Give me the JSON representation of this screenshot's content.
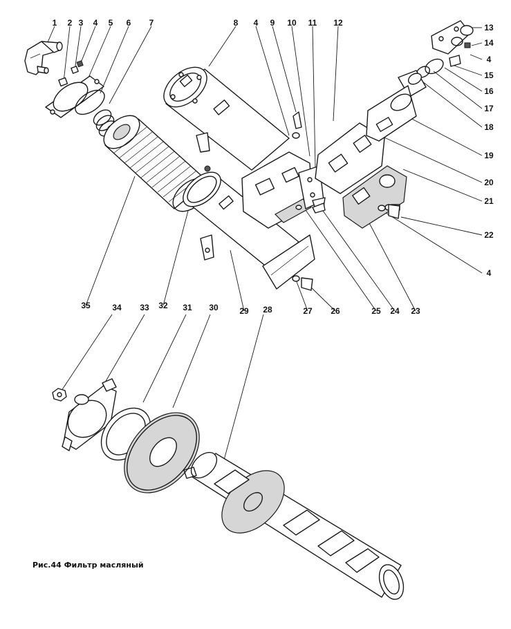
{
  "caption": "Рис.44 Фильтр масляный",
  "colors": {
    "ink": "#1a1a1a",
    "paper": "#ffffff",
    "shade": "#d6d6d6",
    "dark": "#555555"
  },
  "callouts": [
    "1",
    "2",
    "3",
    "4",
    "5",
    "6",
    "7",
    "8",
    "4",
    "9",
    "10",
    "11",
    "12",
    "13",
    "14",
    "4",
    "15",
    "16",
    "17",
    "18",
    "19",
    "20",
    "21",
    "22",
    "4",
    "23",
    "24",
    "25",
    "26",
    "27",
    "29",
    "32",
    "35",
    "34",
    "33",
    "31",
    "30",
    "28"
  ]
}
